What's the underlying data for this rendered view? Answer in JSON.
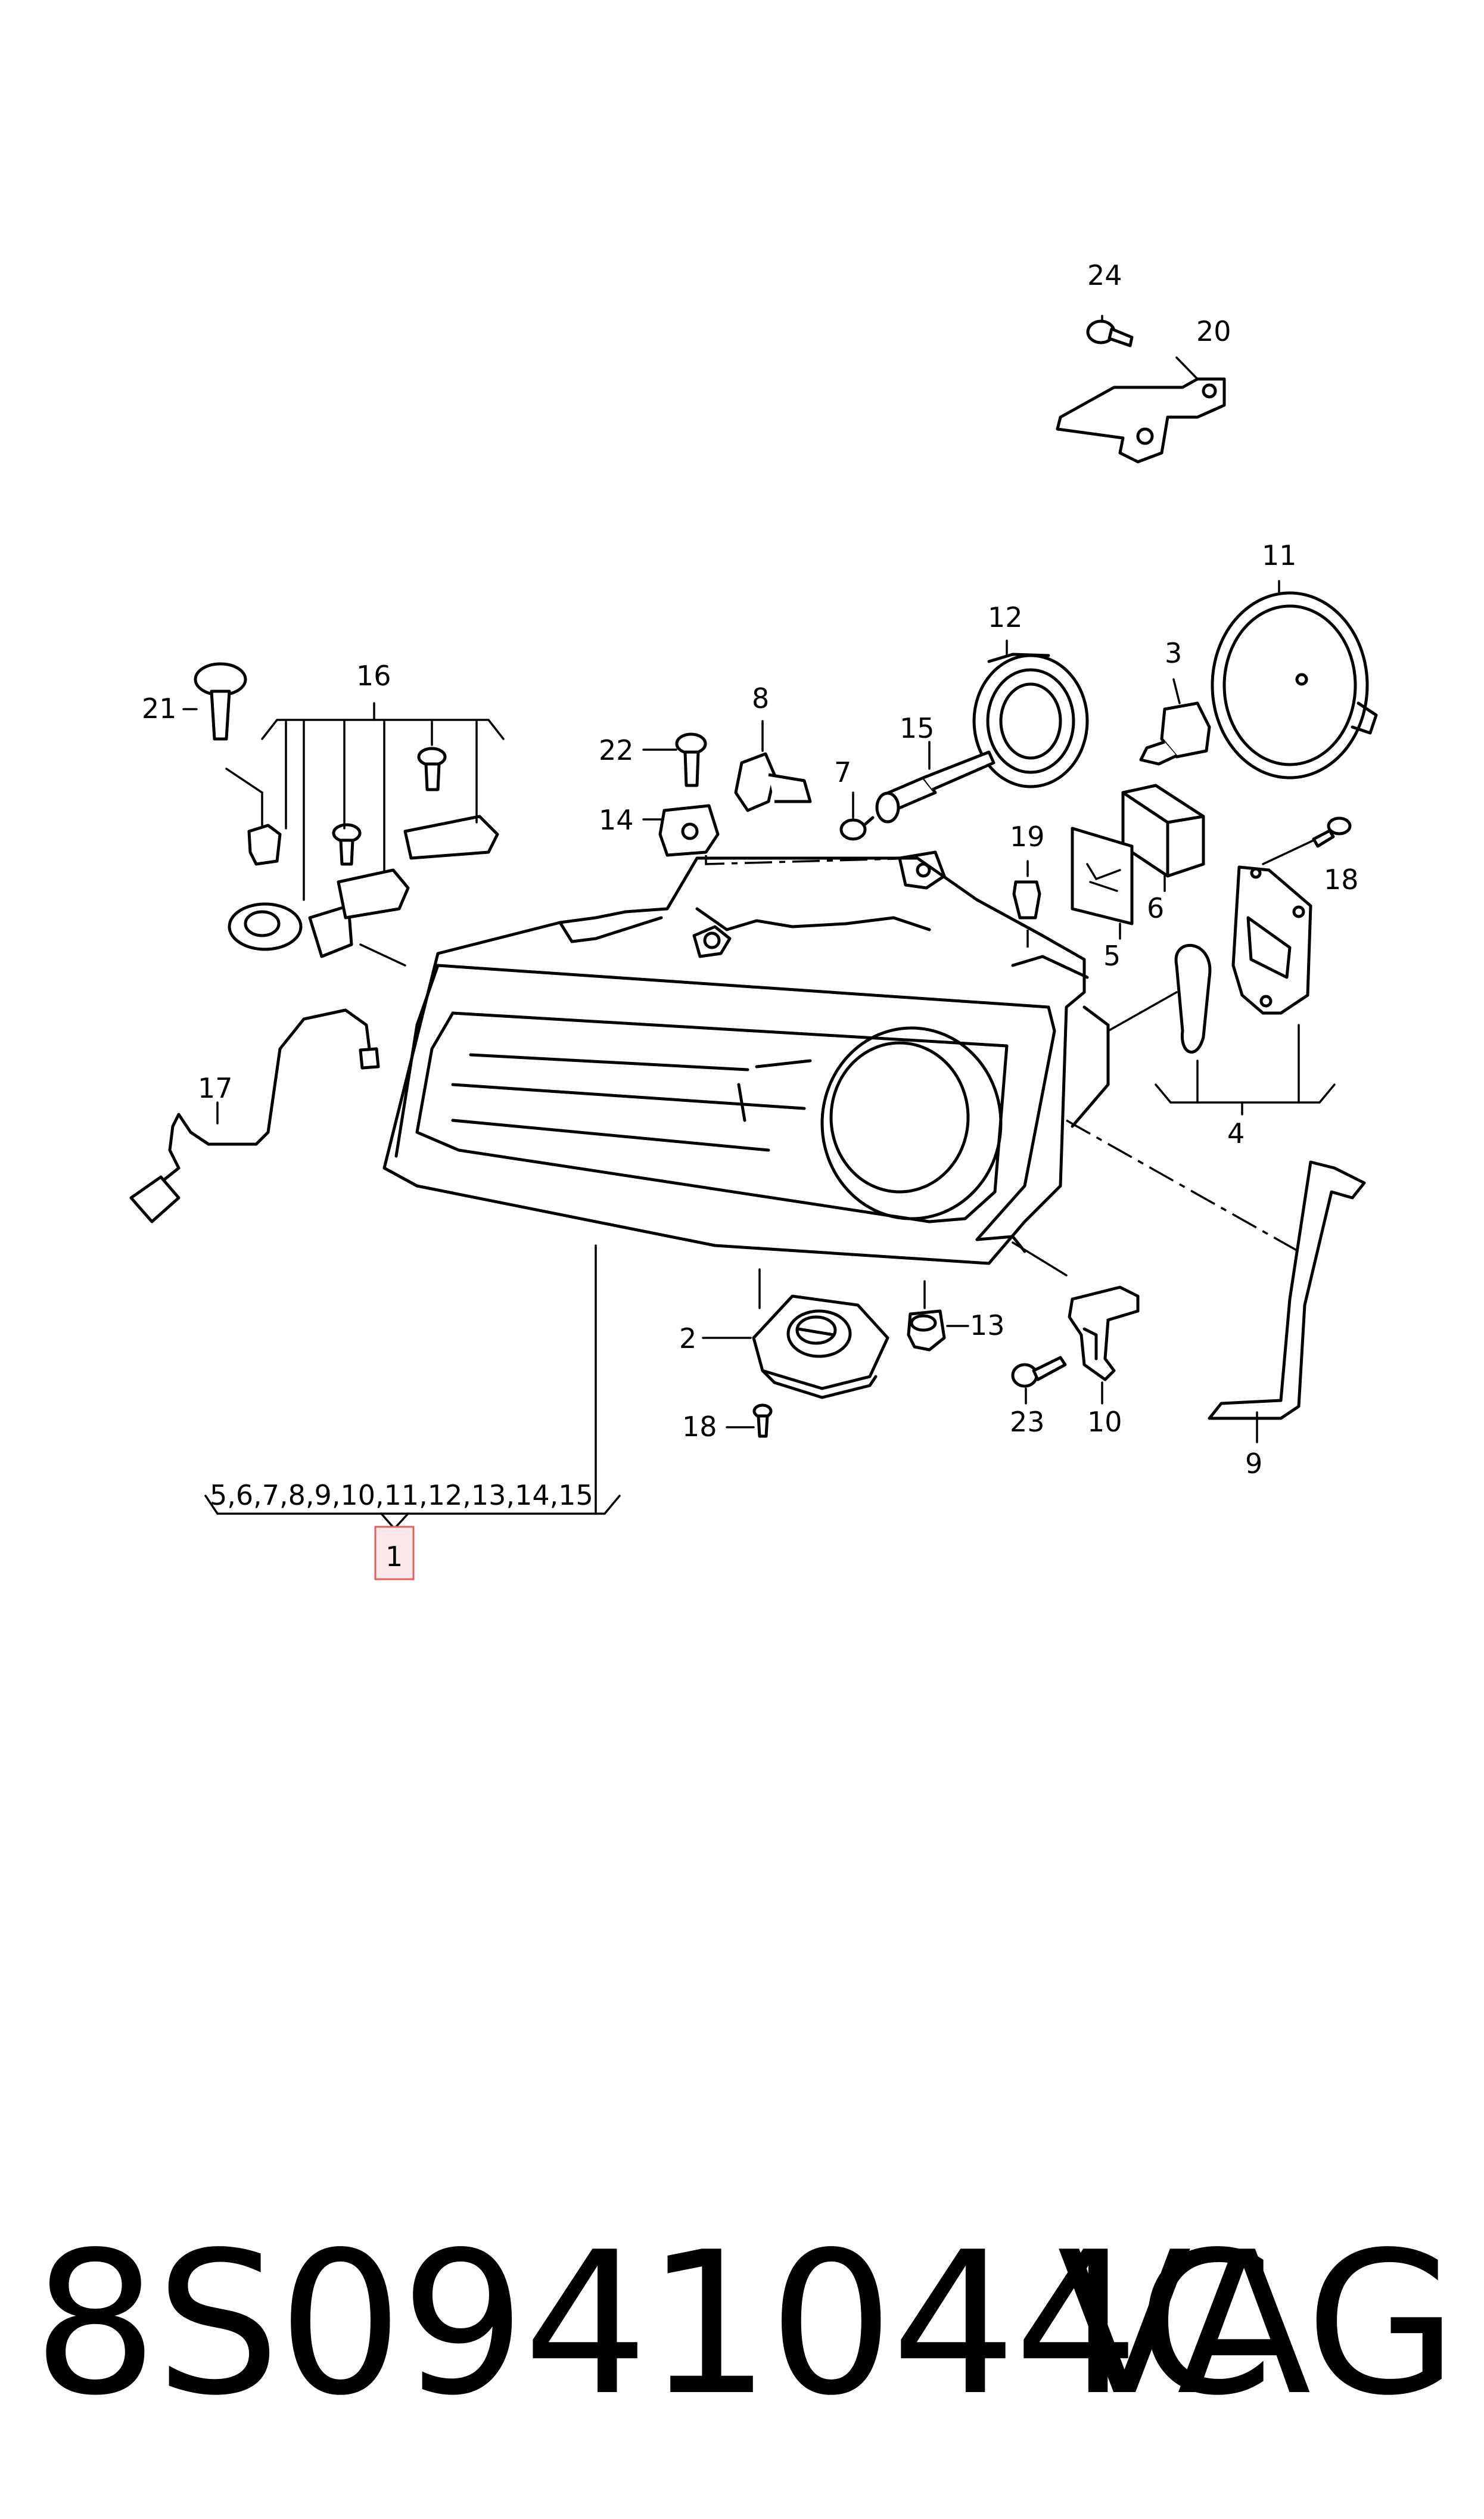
{
  "diagram": {
    "callouts": {
      "c1": "1",
      "c2": "2",
      "c3": "3",
      "c4": "4",
      "c5": "5",
      "c6": "6",
      "c7": "7",
      "c8": "8",
      "c9": "9",
      "c10": "10",
      "c11": "11",
      "c12": "12",
      "c13": "13",
      "c14": "14",
      "c15": "15",
      "c16": "16",
      "c17": "17",
      "c18a": "18",
      "c18b": "18",
      "c19": "19",
      "c20": "20",
      "c21": "21",
      "c22": "22",
      "c23": "23",
      "c24": "24",
      "group": "5,6,7,8,9,10,11,12,13,14,15"
    },
    "highlight_color": "#e06060"
  },
  "footer": {
    "part_number": "8S0941044C",
    "brand": "VAG"
  }
}
